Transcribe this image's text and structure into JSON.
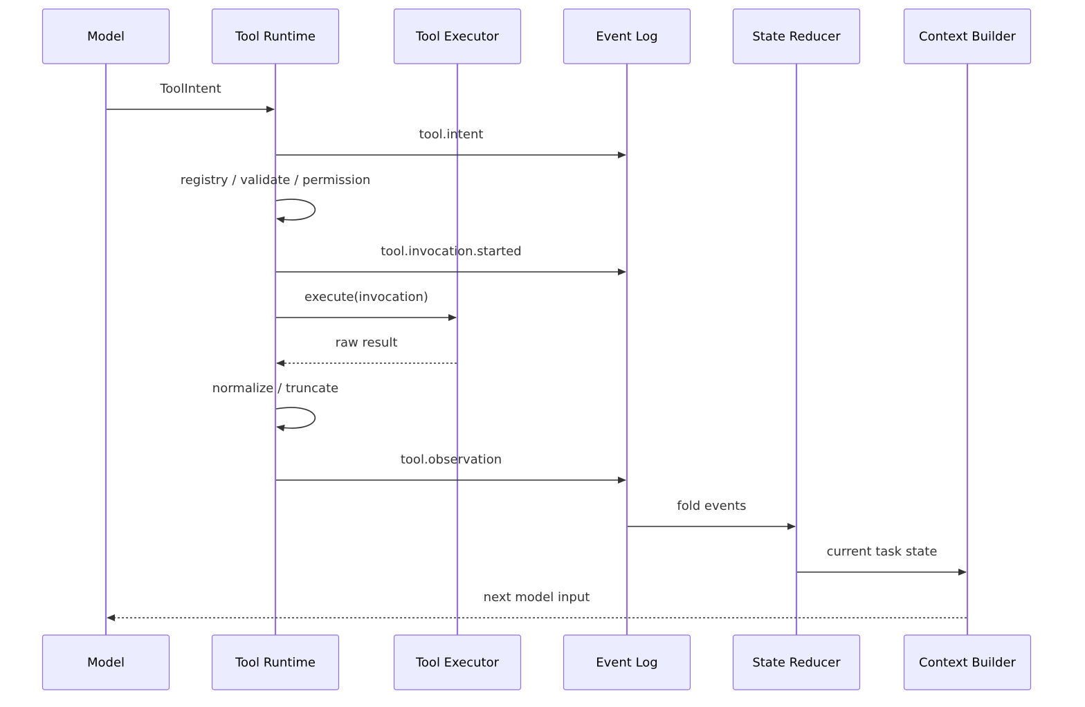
{
  "actors": [
    {
      "id": "model",
      "label": "Model"
    },
    {
      "id": "tool-runtime",
      "label": "Tool Runtime"
    },
    {
      "id": "tool-executor",
      "label": "Tool Executor"
    },
    {
      "id": "event-log",
      "label": "Event Log"
    },
    {
      "id": "state-reducer",
      "label": "State Reducer"
    },
    {
      "id": "context-builder",
      "label": "Context Builder"
    }
  ],
  "messages": [
    {
      "from": 0,
      "to": 1,
      "label": "ToolIntent",
      "style": "solid"
    },
    {
      "from": 1,
      "to": 3,
      "label": "tool.intent",
      "style": "solid"
    },
    {
      "from": 1,
      "to": 1,
      "label": "registry / validate / permission",
      "style": "solid"
    },
    {
      "from": 1,
      "to": 3,
      "label": "tool.invocation.started",
      "style": "solid"
    },
    {
      "from": 1,
      "to": 2,
      "label": "execute(invocation)",
      "style": "solid"
    },
    {
      "from": 2,
      "to": 1,
      "label": "raw result",
      "style": "dotted"
    },
    {
      "from": 1,
      "to": 1,
      "label": "normalize / truncate",
      "style": "solid"
    },
    {
      "from": 1,
      "to": 3,
      "label": "tool.observation",
      "style": "solid"
    },
    {
      "from": 3,
      "to": 4,
      "label": "fold events",
      "style": "solid"
    },
    {
      "from": 4,
      "to": 5,
      "label": "current task state",
      "style": "solid"
    },
    {
      "from": 5,
      "to": 0,
      "label": "next model input",
      "style": "dotted"
    }
  ],
  "colors": {
    "actor_fill": "#ECECFF",
    "actor_stroke": "#9370DB",
    "lifeline": "#9370DB",
    "message": "#333333"
  }
}
